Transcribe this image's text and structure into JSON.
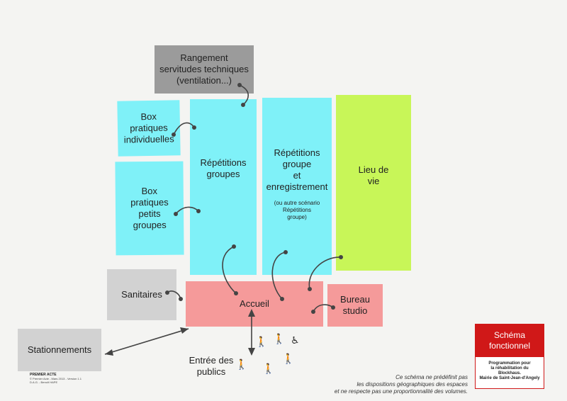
{
  "blocks": {
    "rangement": "Rangement\nservitudes techniques\n(ventilation...)",
    "box_individuelles": "Box\npratiques\nindividuelles",
    "box_petits": "Box\npratiques\npetits\ngroupes",
    "repetitions_groupes": "Répétitions\ngroupes",
    "repetitions_enreg": "Répétitions\ngroupe\net enregistrement",
    "repetitions_enreg_note": "(ou autre scénario\nRépétitions\ngroupe)",
    "lieu_de_vie": "Lieu de\nvie",
    "sanitaires": "Sanitaires",
    "accueil": "Accueil",
    "bureau": "Bureau\nstudio",
    "stationnements": "Stationnements",
    "entree": "Entrée des\npublics"
  },
  "legend": {
    "title": "Schéma\nfonctionnel",
    "subtitle": "Programmation pour\nla réhabilitation du\nBlockhaus.\nMairie de Saint-Jean-d'Angely"
  },
  "caption": "Ce schéma ne prédéfinit pas\nles dispositions géographiques des espaces\net ne respecte pas une proportionnalité des volumes.",
  "credits": {
    "logo": "PREMIER ACTE",
    "line1": "© Premier Acte - Mars 2013 - Version 1.1",
    "line2": "D.A.G. - Benoît HAPE"
  },
  "colors": {
    "cyan": "#7ff1f8",
    "green": "#c8f658",
    "grey": "#9b9b9b",
    "lightgrey": "#d2d2d2",
    "pink": "#f59a9a",
    "red": "#d01818"
  },
  "icons": [
    "walker-icon",
    "walker-icon",
    "walker-icon",
    "wheelchair-icon",
    "walker-icon",
    "walker-icon",
    "walker-icon"
  ]
}
